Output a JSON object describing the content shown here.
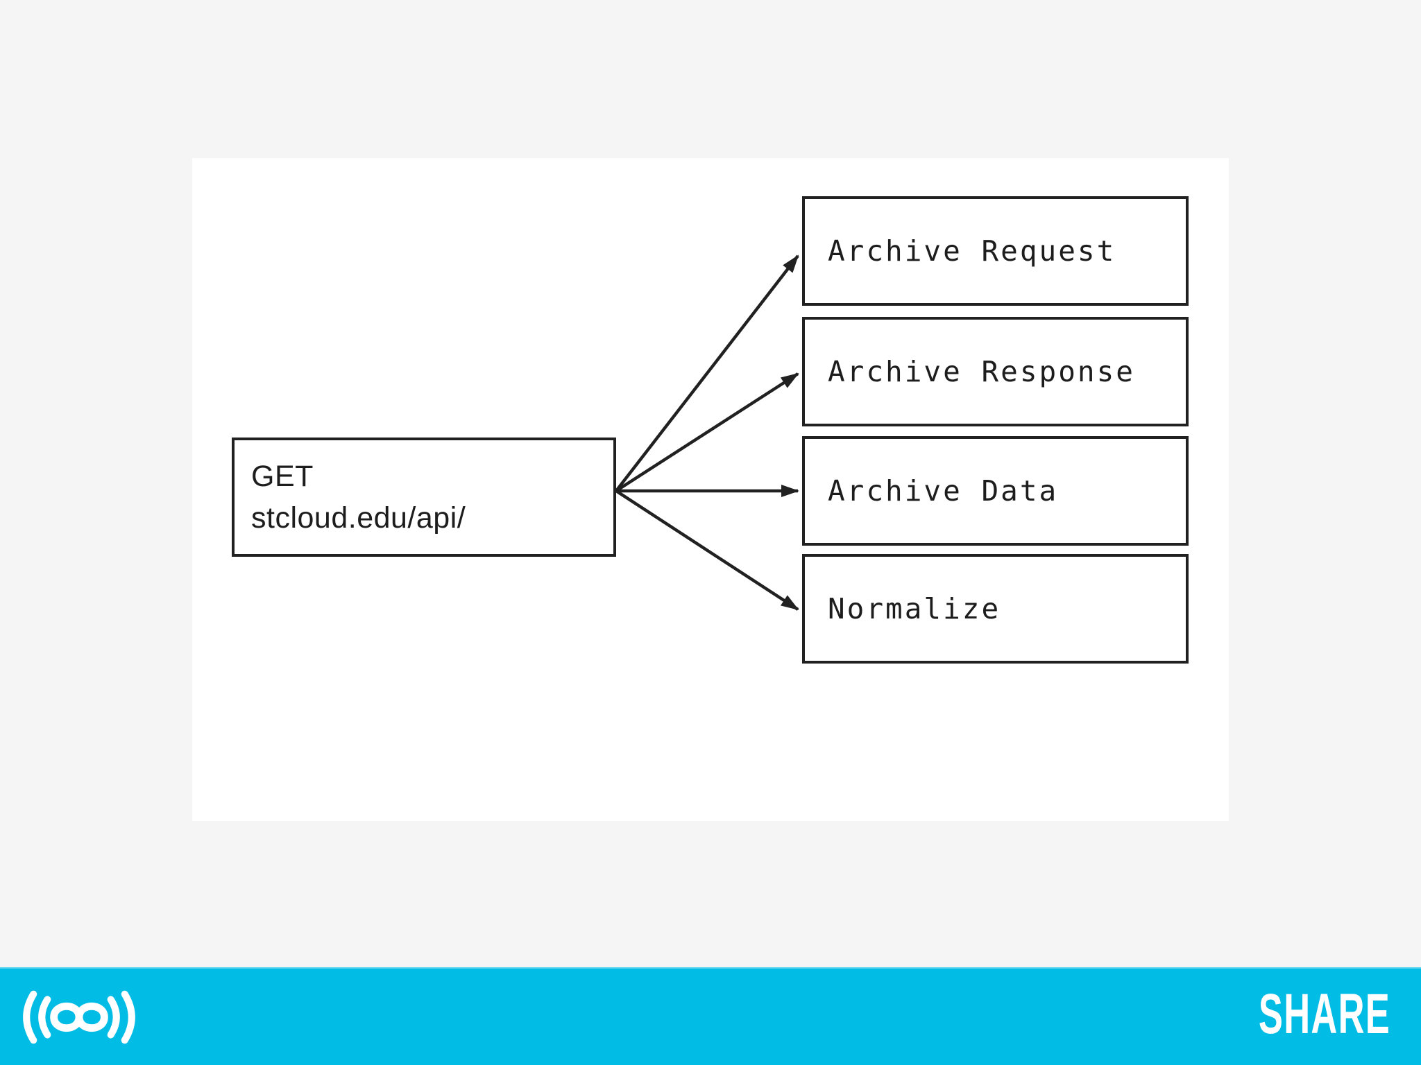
{
  "page": {
    "background_color": "#f5f5f6",
    "canvas_color": "#ffffff",
    "ink_color": "#212121"
  },
  "diagram": {
    "source_box": {
      "line1": "GET",
      "line2": "stcloud.edu/api/"
    },
    "target_boxes": [
      {
        "label": "Archive Request"
      },
      {
        "label": "Archive Response"
      },
      {
        "label": "Archive Data"
      },
      {
        "label": "Normalize"
      }
    ],
    "arrow_count": 4
  },
  "footer": {
    "background_color": "#01bce4",
    "brand_name": "SHARE",
    "logo_icon": "share-soundwave-infinity-logo",
    "text_color": "#ffffff"
  }
}
